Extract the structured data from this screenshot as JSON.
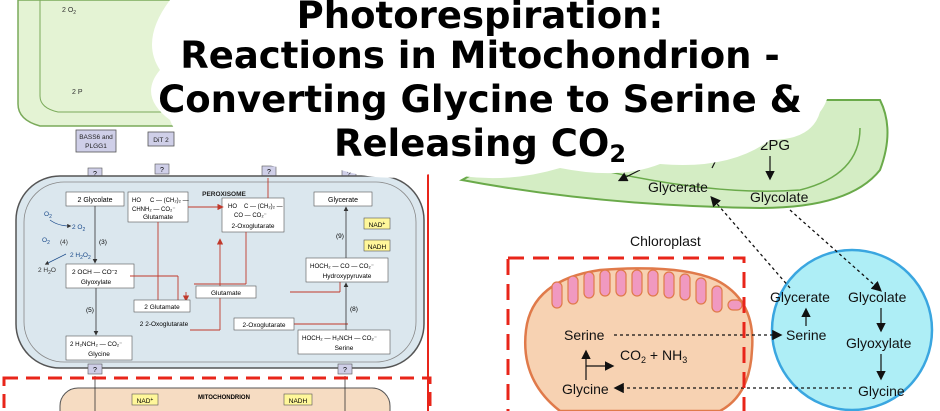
{
  "title": {
    "line1": "Photorespiration:",
    "line2": "Reactions in Mitochondrion -",
    "line3": "Converting Glycine to Serine &",
    "line4_main": "Releasing CO",
    "line4_sub": "2"
  },
  "left_diagram": {
    "chloroplast_top_label": "2 O",
    "chloroplast_top_sub": "2",
    "chloroplast_label_2": "2 P",
    "transporter_label_1": "BASS6 and",
    "transporter_label_2": "PLGG1",
    "transporter_label_3": "DiT 2",
    "q": "?",
    "peroxisome_label": "PEROXISOME",
    "glycolate": "2 Glycolate",
    "o2_a": "O",
    "o2_b": "2",
    "o2_c": "O",
    "h2o2": "2 H",
    "h2o": "2 H",
    "step3": "(3)",
    "step4": "(4)",
    "step5": "(5)",
    "step8": "(8)",
    "step9": "(9)",
    "glyoxylate_formula": "2 OCH — CO",
    "glyoxylate": "Glyoxylate",
    "glutamate_formula1": "HO",
    "glutamate_formula2": "CHNH",
    "glutamate": "Glutamate",
    "oxoglutarate_formula1": "HO",
    "oxoglutarate_formula2": "CO — CO",
    "oxoglutarate": "2-Oxoglutarate",
    "glycerate": "Glycerate",
    "nad": "NAD",
    "nadh": "NADH",
    "hydroxypyruvate_formula": "HOCH",
    "hydroxypyruvate": "Hydroxypyruvate",
    "glutamate_bar": "Glutamate",
    "glutamate_2": "2 Glutamate",
    "oxoglutarate_2": "2 2-Oxoglutarate",
    "oxoglutarate_bar": "2-Oxoglutarate",
    "glycine_formula": "2 H",
    "glycine": "Glycine",
    "serine_formula": "HOCH",
    "serine": "Serine",
    "mito_label": "MITOCHONDRION",
    "mito_nad": "NAD",
    "mito_nadh": "NADH"
  },
  "right_diagram": {
    "pg": "2PG",
    "glycerate_chloro": "Glycerate",
    "glycolate_chloro": "Glycolate",
    "chloroplast": "Chloroplast",
    "mito_serine": "Serine",
    "mito_glycine": "Glycine",
    "co2_nh3": "CO",
    "co2_sub": "2",
    "nh3_part": " + NH",
    "nh3_sub": "3",
    "perox_glycerate": "Glycerate",
    "perox_glycolate": "Glycolate",
    "perox_serine": "Serine",
    "perox_glyoxylate": "Glyoxylate",
    "perox_glycine": "Glycine"
  },
  "colors": {
    "chloroplast_fill": "#d4edc4",
    "chloroplast_stroke": "#6aaa4a",
    "peroxisome_fill": "#aeeef6",
    "peroxisome_stroke": "#3aa6e0",
    "mito_fill": "#f7d2b2",
    "mito_stroke": "#e07a4a",
    "cristae_fill": "#f099c0",
    "highlight_red": "#e8251a"
  }
}
